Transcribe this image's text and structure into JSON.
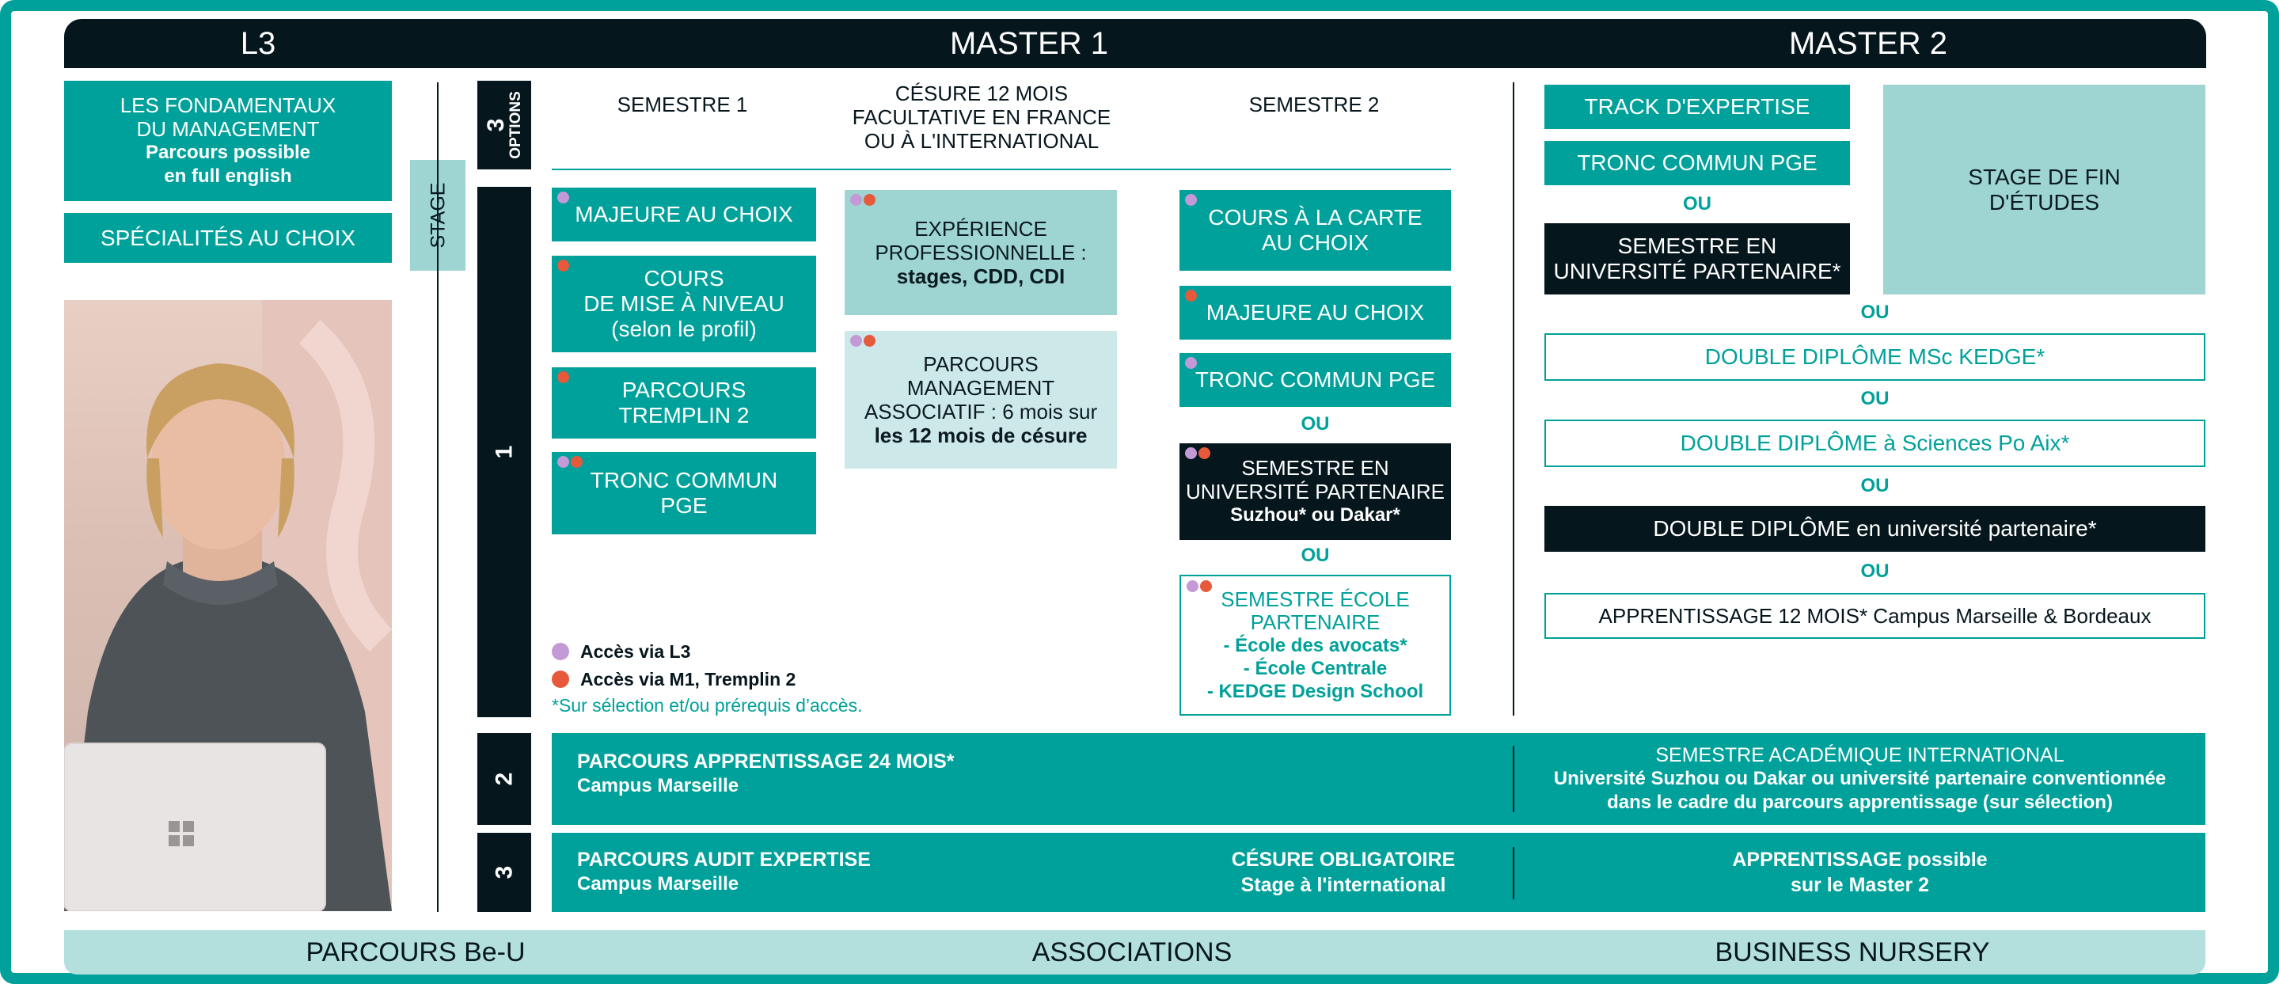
{
  "header": {
    "l3": "L3",
    "master1": "MASTER 1",
    "master2": "MASTER 2"
  },
  "l3": {
    "fondamentaux_line1": "LES FONDAMENTAUX",
    "fondamentaux_line2": "DU MANAGEMENT",
    "fondamentaux_line3": "Parcours possible",
    "fondamentaux_line4": "en full english",
    "specialites": "SPÉCIALITÉS AU CHOIX",
    "stage": "STAGE"
  },
  "row_labels": {
    "options_num": "3",
    "options_word": "OPTIONS",
    "row1": "1",
    "row2": "2",
    "row3": "3"
  },
  "m1_header": {
    "semestre1": "SEMESTRE 1",
    "cesure_line1": "CÉSURE 12 MOIS",
    "cesure_line2": "FACULTATIVE EN FRANCE",
    "cesure_line3": "OU À L'INTERNATIONAL",
    "semestre2": "SEMESTRE 2"
  },
  "s1": {
    "majeure": "MAJEURE AU CHOIX",
    "cours_line1": "COURS",
    "cours_line2": "DE MISE À NIVEAU",
    "cours_line3": "(selon le profil)",
    "tremplin_line1": "PARCOURS",
    "tremplin_line2": "TREMPLIN 2",
    "tronc_line1": "TRONC COMMUN",
    "tronc_line2": "PGE"
  },
  "cesure": {
    "exp_line1": "EXPÉRIENCE",
    "exp_line2": "PROFESSIONNELLE :",
    "exp_line3": "stages, CDD, CDI",
    "asso_line1": "PARCOURS",
    "asso_line2": "MANAGEMENT",
    "asso_line3": "ASSOCIATIF : 6 mois sur",
    "asso_line4": "les 12 mois de césure"
  },
  "s2": {
    "carte_line1": "COURS À LA CARTE",
    "carte_line2": "AU CHOIX",
    "majeure": "MAJEURE AU CHOIX",
    "tronc": "TRONC COMMUN PGE",
    "ou1": "OU",
    "univ_line1": "SEMESTRE EN",
    "univ_line2": "UNIVERSITÉ PARTENAIRE",
    "univ_line3": "Suzhou* ou Dakar*",
    "ou2": "OU",
    "ecole_line1": "SEMESTRE ÉCOLE",
    "ecole_line2": "PARTENAIRE",
    "ecole_line3": "- École des avocats*",
    "ecole_line4": "- École Centrale",
    "ecole_line5": "- KEDGE Design School"
  },
  "legend": {
    "l3": "Accès via L3",
    "m1": "Accès via M1, Tremplin 2",
    "note": "*Sur sélection et/ou prérequis d’accès."
  },
  "m2": {
    "track": "TRACK D'EXPERTISE",
    "tronc": "TRONC COMMUN PGE",
    "ou_small": "OU",
    "univ_line1": "SEMESTRE EN",
    "univ_line2": "UNIVERSITÉ PARTENAIRE*",
    "stage_line1": "STAGE DE FIN",
    "stage_line2": "D'ÉTUDES",
    "ou1": "OU",
    "dd_kedge": "DOUBLE DIPLÔME MSc KEDGE*",
    "ou2": "OU",
    "dd_scpo": "DOUBLE DIPLÔME à Sciences Po Aix*",
    "ou3": "OU",
    "dd_univ": "DOUBLE DIPLÔME en université partenaire*",
    "ou4": "OU",
    "apprentissage": "APPRENTISSAGE 12 MOIS* Campus Marseille & Bordeaux"
  },
  "option2": {
    "title": "PARCOURS APPRENTISSAGE 24 MOIS*",
    "campus": "Campus Marseille",
    "right_line1": "SEMESTRE ACADÉMIQUE INTERNATIONAL",
    "right_line2": "Université Suzhou ou Dakar ou université partenaire conventionnée",
    "right_line3": "dans le cadre du parcours apprentissage (sur sélection)"
  },
  "option3": {
    "title": "PARCOURS AUDIT EXPERTISE",
    "campus": "Campus Marseille",
    "cesure_line1": "CÉSURE OBLIGATOIRE",
    "cesure_line2": "Stage à l'international",
    "right_line1": "APPRENTISSAGE possible",
    "right_line2": "sur le Master 2"
  },
  "footer": {
    "beu": "PARCOURS Be-U",
    "associations": "ASSOCIATIONS",
    "nursery": "BUSINESS NURSERY"
  },
  "colors": {
    "teal": "#00a19a",
    "dark": "#06161d",
    "pale": "#9ed5d2",
    "l3_dot": "#c39ad6",
    "m1_dot": "#e65a3b"
  }
}
